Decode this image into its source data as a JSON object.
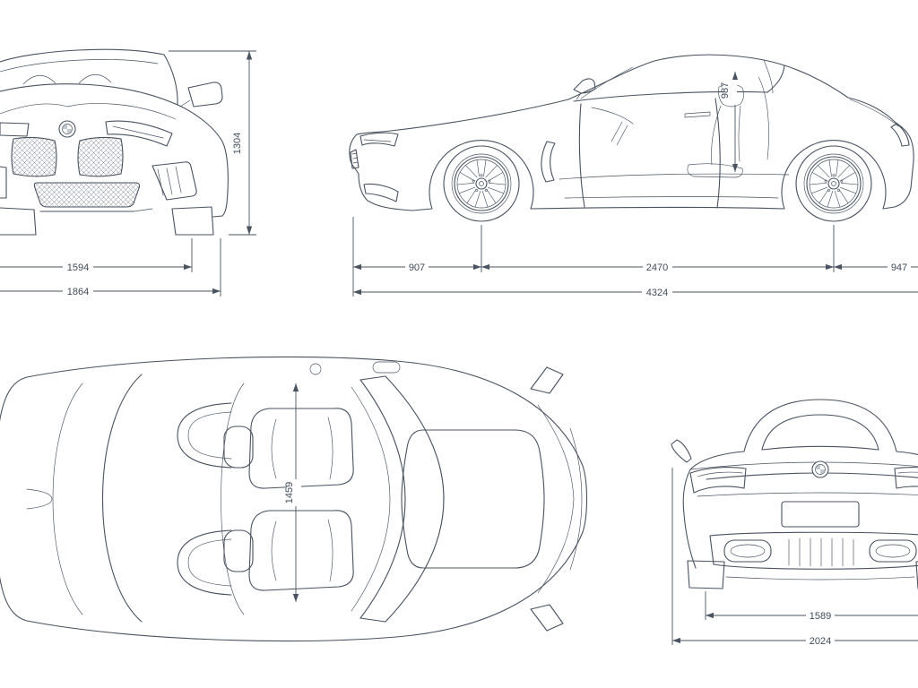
{
  "colors": {
    "line": "#49525f",
    "label": "#414b59",
    "background": "#ffffff"
  },
  "views": {
    "front": {
      "dims": {
        "height": "1304",
        "track": "1594",
        "width": "1864"
      }
    },
    "side": {
      "dims": {
        "cabin_height": "987",
        "front_overhang": "907",
        "wheelbase": "2470",
        "rear_overhang": "947",
        "length": "4324"
      }
    },
    "top": {
      "dims": {
        "cabin_width": "1459"
      }
    },
    "rear": {
      "dims": {
        "track": "1589",
        "width_mirrors": "2024"
      }
    }
  }
}
